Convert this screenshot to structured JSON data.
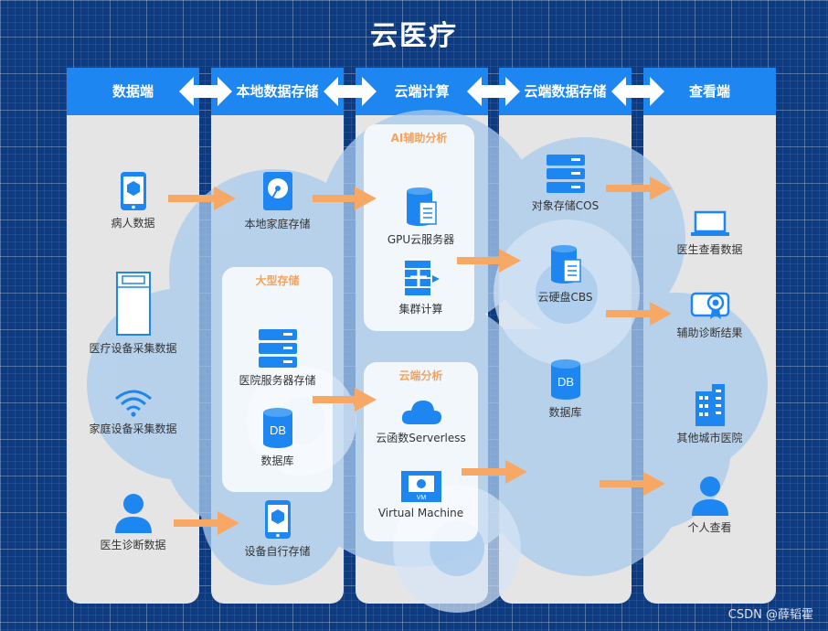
{
  "title": "云医疗",
  "watermark": "CSDN @薛韬霍",
  "columns": [
    {
      "title": "数据端"
    },
    {
      "title": "本地数据存储"
    },
    {
      "title": "云端计算"
    },
    {
      "title": "云端数据存储"
    },
    {
      "title": "查看端"
    }
  ],
  "data_end": {
    "patient": "病人数据",
    "device": "医疗设备采集数据",
    "home": "家庭设备采集数据",
    "doctor": "医生诊断数据"
  },
  "local_storage": {
    "home_storage": "本地家庭存储",
    "large_storage_title": "大型存储",
    "hospital_server": "医院服务器存储",
    "database": "数据库",
    "device_storage": "设备自行存储"
  },
  "cloud_compute": {
    "ai_title": "AI辅助分析",
    "gpu": "GPU云服务器",
    "cluster": "集群计算",
    "cloud_title": "云端分析",
    "serverless": "云函数Serverless",
    "vm": "Virtual Machine",
    "vm_badge": "VM"
  },
  "cloud_storage": {
    "cos": "对象存储COS",
    "cbs": "云硬盘CBS",
    "database": "数据库",
    "db_badge": "DB"
  },
  "viewer": {
    "doctor_view": "医生查看数据",
    "diagnosis": "辅助诊断结果",
    "other_hospital": "其他城市医院",
    "personal": "个人查看"
  },
  "colors": {
    "background": "#0d3b82",
    "header": "#1e86f0",
    "column": "#e5e5e5",
    "icon": "#1e86f0",
    "arrow": "#f7a864",
    "panel_title": "#f5a35b",
    "cloud": "#a9cbee"
  }
}
